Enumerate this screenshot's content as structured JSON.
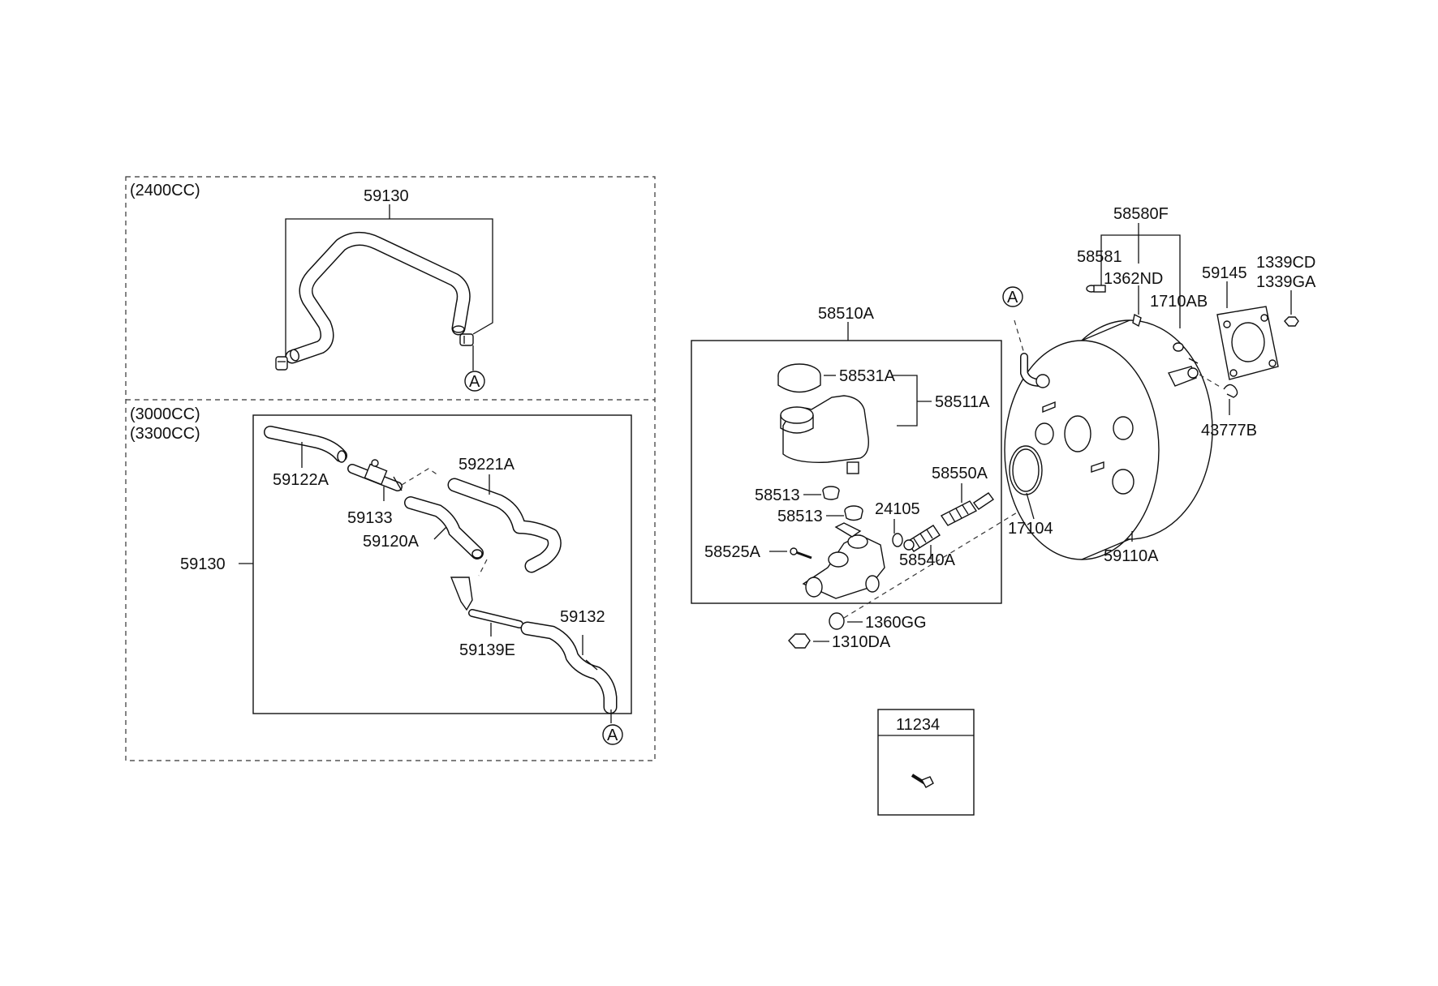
{
  "sections": {
    "engine_2400": "(2400CC)",
    "engine_3000": "(3000CC)",
    "engine_3300": "(3300CC)"
  },
  "parts": {
    "p59130_top": "59130",
    "p59130_side": "59130",
    "p59122A": "59122A",
    "p59133": "59133",
    "p59221A": "59221A",
    "p59120A": "59120A",
    "p59132": "59132",
    "p59139E": "59139E",
    "p58510A": "58510A",
    "p58531A": "58531A",
    "p58511A": "58511A",
    "p58513_a": "58513",
    "p58513_b": "58513",
    "p24105": "24105",
    "p58550A": "58550A",
    "p58525A": "58525A",
    "p58540A": "58540A",
    "p1360GG": "1360GG",
    "p1310DA": "1310DA",
    "p58580F": "58580F",
    "p58581": "58581",
    "p1362ND": "1362ND",
    "p1710AB": "1710AB",
    "p59145": "59145",
    "p1339CD": "1339CD",
    "p1339GA": "1339GA",
    "p43777B": "43777B",
    "p17104": "17104",
    "p59110A": "59110A",
    "p11234": "11234"
  },
  "refs": {
    "ref_a_top": "A",
    "ref_a_bottom": "A",
    "ref_a_booster": "A"
  }
}
